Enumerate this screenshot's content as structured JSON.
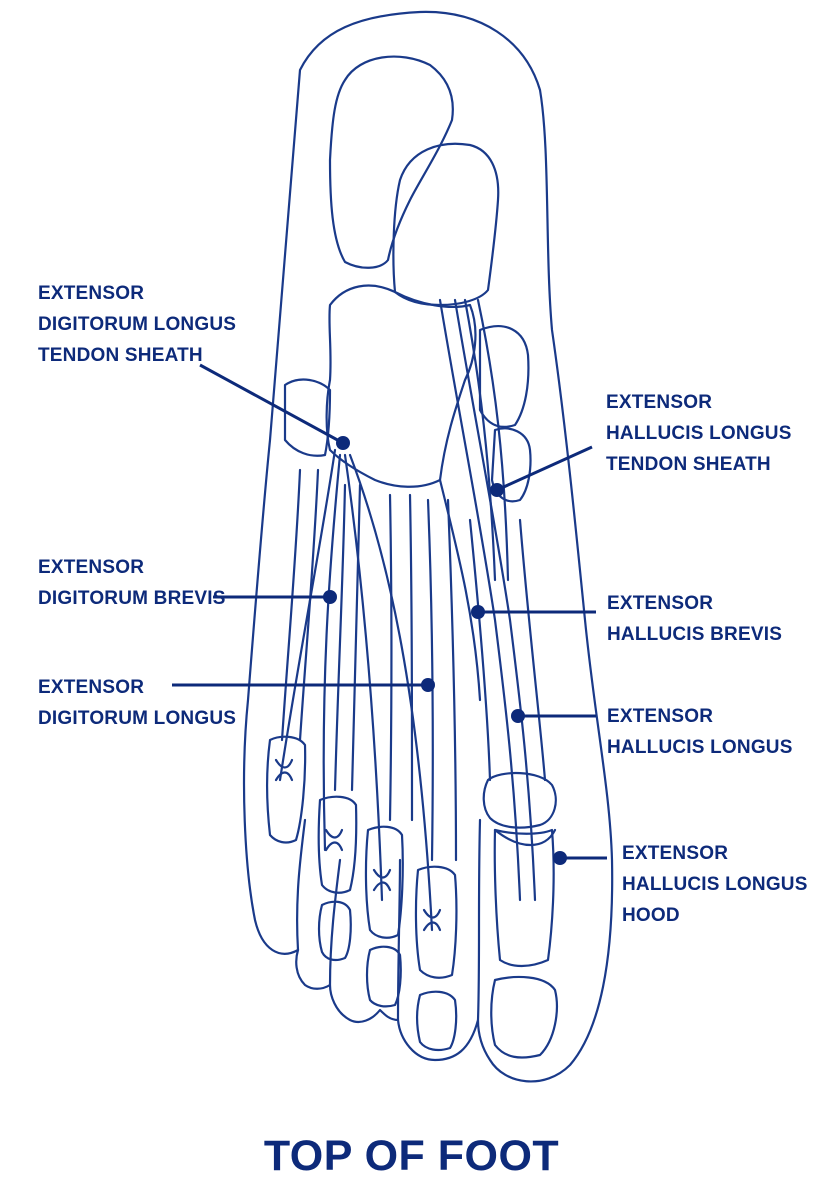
{
  "colors": {
    "ink": "#0d2a7a",
    "line": "#1a3a8a",
    "background": "#ffffff"
  },
  "labels": {
    "edl_sheath": [
      "EXTENSOR",
      "DIGITORUM LONGUS",
      "TENDON SHEATH"
    ],
    "edb": [
      "EXTENSOR",
      "DIGITORUM BREVIS"
    ],
    "edl": [
      "EXTENSOR",
      "DIGITORUM LONGUS"
    ],
    "ehl_sheath": [
      "EXTENSOR",
      "HALLUCIS LONGUS",
      "TENDON SHEATH"
    ],
    "ehb": [
      "EXTENSOR",
      "HALLUCIS BREVIS"
    ],
    "ehl": [
      "EXTENSOR",
      "HALLUCIS LONGUS"
    ],
    "ehl_hood": [
      "EXTENSOR",
      "HALLUCIS LONGUS",
      "HOOD"
    ]
  },
  "title": "TOP OF FOOT"
}
